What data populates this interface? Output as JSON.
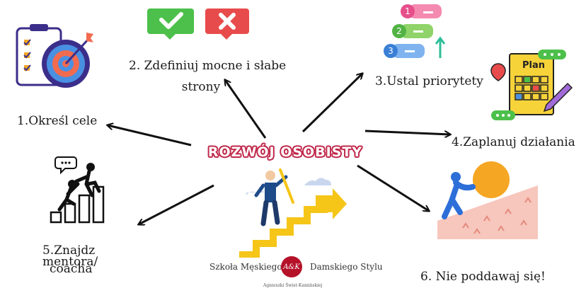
{
  "title": "ROZWÓJ OSOBISTY",
  "steps": [
    {
      "label": "1.Określ cele"
    },
    {
      "label_line1": "2. Zdefiniuj mocne i słabe",
      "label_line2": "strony"
    },
    {
      "label": "3.Ustal priorytety"
    },
    {
      "label": "4.Zaplanuj działania"
    },
    {
      "label_line1": "5.Znajdz",
      "label_line2": "mentora/",
      "label_line3": "coacha"
    },
    {
      "label": "6. Nie poddawaj się!"
    }
  ],
  "branding": {
    "left": "Szkoła Męskiego",
    "logo": "A&K",
    "right": "Damskiego Stylu",
    "author": "Agnieszki Świst-Kamińskiej"
  },
  "icon_texts": {
    "plan": "Plan",
    "priority_numbers": [
      "1",
      "2",
      "3"
    ]
  },
  "colors": {
    "title_outline": "#c0284a",
    "check_green": "#4cc04a",
    "cross_red": "#e84b4b",
    "stairs_yellow": "#f5c518",
    "ball_orange": "#f5a623",
    "accent_blue": "#2d6fd8",
    "logo_red": "#b5122a"
  }
}
